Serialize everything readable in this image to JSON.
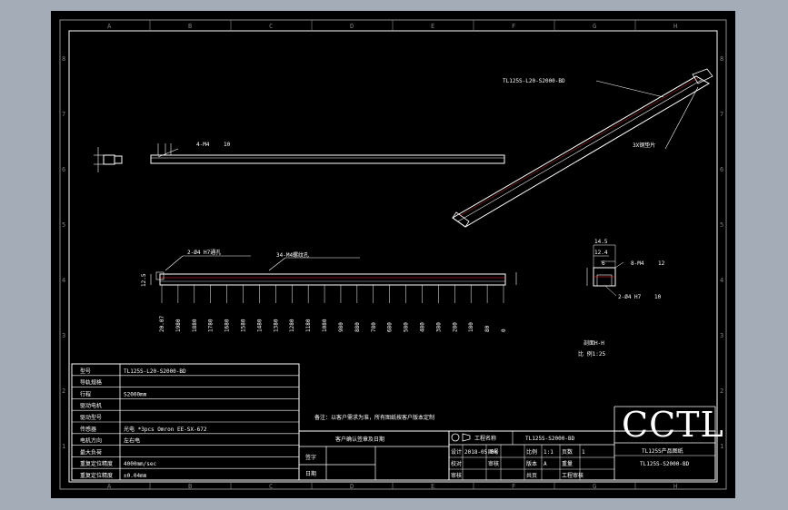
{
  "colors": {
    "viewport": "#a4acb8",
    "sheet": "#000000",
    "line": "#ffffff",
    "border": "#8c8c8c",
    "hidden": "#ff2a2a"
  },
  "border_zones": {
    "columns": [
      "A",
      "B",
      "C",
      "D",
      "E",
      "F",
      "G",
      "H"
    ],
    "rows": [
      "8",
      "7",
      "6",
      "5",
      "4",
      "3",
      "2",
      "1"
    ]
  },
  "views": {
    "iso_part_label": "TL125S-L20-S2000-BD",
    "iso_note": "3X钢垫片",
    "top_note": "4-M4",
    "top_depth": "10",
    "front_left_note": "2-Ø4 H7通孔",
    "front_mid_note": "34-M4螺纹孔",
    "front_height": "12.5",
    "dims": [
      "20.07",
      "1980",
      "1880",
      "1780",
      "1680",
      "1580",
      "1480",
      "1380",
      "1280",
      "1180",
      "1080",
      "980",
      "880",
      "780",
      "680",
      "580",
      "480",
      "380",
      "280",
      "180",
      "80",
      "0"
    ],
    "section_m_note": "8-M4",
    "section_m_depth": "12",
    "section_hole_note": "2-Ø4 H7",
    "section_hole_depth": "10",
    "section_dim_top": "14.5",
    "section_dim_mid": "12.4",
    "section_dim_small": "6",
    "section_label_1": "剖面H-H",
    "section_label_2": "比 例1:25"
  },
  "spec_table": [
    {
      "label": "型号",
      "value": "TL125S-L20-S2000-BD"
    },
    {
      "label": "导轨规格",
      "value": ""
    },
    {
      "label": "行程",
      "value": "S2000mm"
    },
    {
      "label": "驱动电机",
      "value": ""
    },
    {
      "label": "驱动型号",
      "value": ""
    },
    {
      "label": "传感器",
      "value": "光电 *3pcs Omron EE-SX-672"
    },
    {
      "label": "电机方向",
      "value": "左右电"
    },
    {
      "label": "最大负荷",
      "value": ""
    },
    {
      "label": "重复定位精度",
      "value": "4000mm/sec"
    },
    {
      "label": "重复定位精度",
      "value": "±0.04mm"
    }
  ],
  "note_text": "备注：以客户需求为准，所有图纸按客户版本定制",
  "confirm_label": "客户确认签章及日期",
  "sign_labels": [
    "签字",
    "日期"
  ],
  "title_block": {
    "company_label": "工程名称",
    "drawing_no": "TL125S-S2000-BD",
    "rows": [
      [
        "设计",
        "2018-05-08",
        "图号",
        "",
        "比例",
        "1:1",
        "页数",
        "1"
      ],
      [
        "校对",
        "",
        "审核",
        "",
        "版本",
        "A",
        "重量",
        ""
      ],
      [
        "审核",
        "",
        "",
        "",
        "共页",
        "",
        "工程审核",
        ""
      ]
    ],
    "logo": "CCTL",
    "series_name": "TL125S产品图纸",
    "part_no": "TL125S-S2000-BD"
  }
}
